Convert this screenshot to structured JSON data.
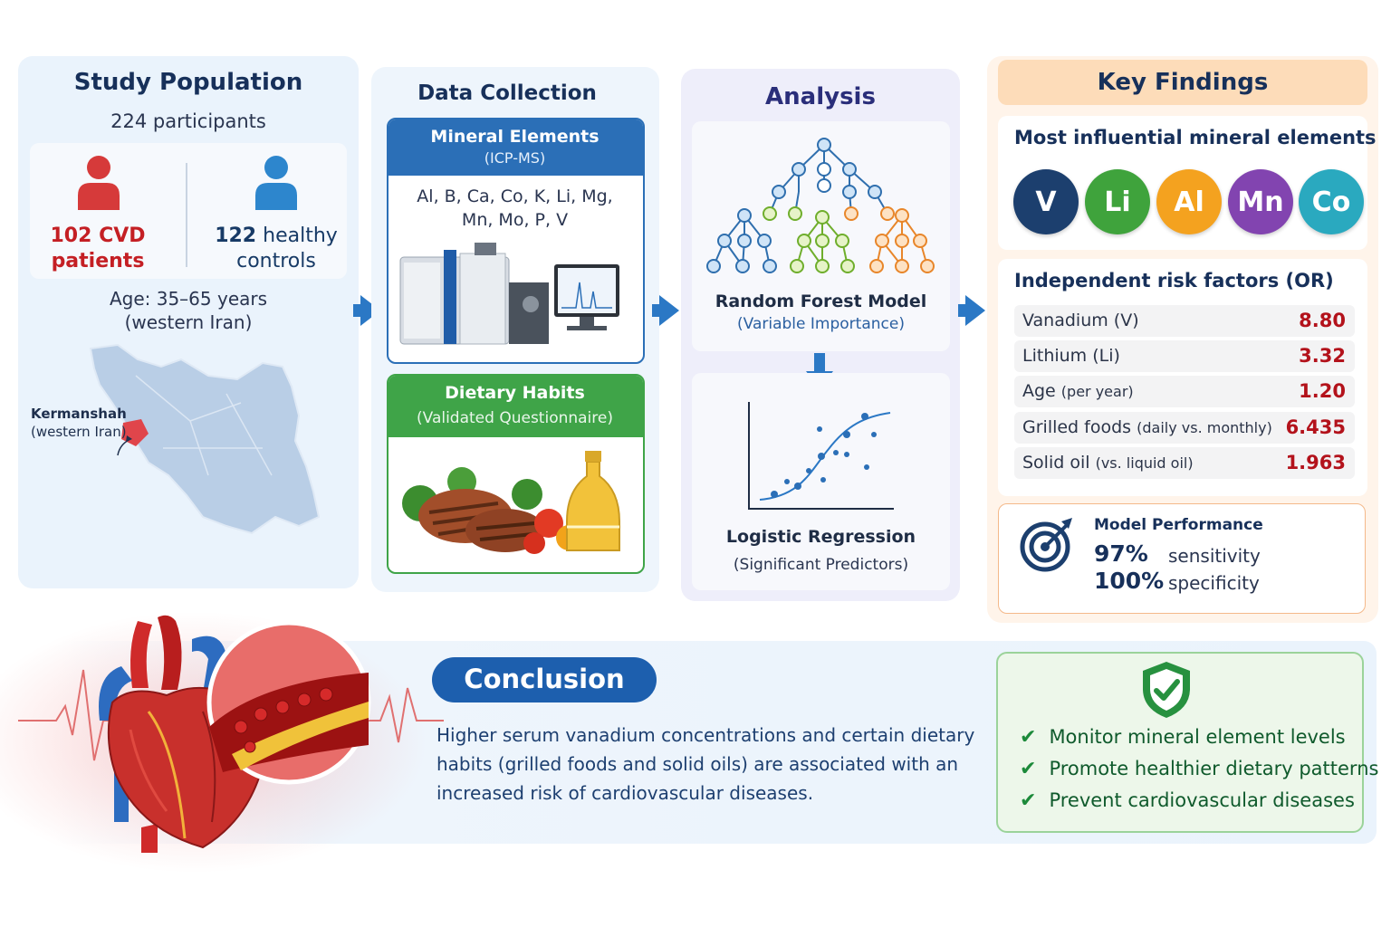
{
  "population": {
    "title": "Study Population",
    "total": "224 participants",
    "cvd_count": "102 CVD",
    "cvd_label": "patients",
    "healthy_count": "122",
    "healthy_label1": "healthy",
    "healthy_label2": "controls",
    "age": "Age: 35–65 years",
    "region": "(western Iran)",
    "map_label1": "Kermanshah",
    "map_label2": "(western Iran)"
  },
  "collection": {
    "title": "Data Collection",
    "minerals_title": "Mineral Elements",
    "minerals_method": "(ICP-MS)",
    "minerals_list1": "Al, B, Ca, Co, K, Li, Mg,",
    "minerals_list2": "Mn, Mo, P, V",
    "diet_title": "Dietary Habits",
    "diet_method": "(Validated Questionnaire)"
  },
  "analysis": {
    "title": "Analysis",
    "rf_title": "Random Forest Model",
    "rf_sub": "(Variable Importance)",
    "lr_title": "Logistic Regression",
    "lr_sub": "(Significant Predictors)"
  },
  "findings": {
    "title": "Key Findings",
    "influential_title": "Most influential mineral elements",
    "elements": [
      {
        "symbol": "V",
        "color": "#1c3f6e"
      },
      {
        "symbol": "Li",
        "color": "#3fa33c"
      },
      {
        "symbol": "Al",
        "color": "#f4a21f"
      },
      {
        "symbol": "Mn",
        "color": "#8244b0"
      },
      {
        "symbol": "Co",
        "color": "#2aa9bf"
      }
    ],
    "risk_title": "Independent risk factors (OR)",
    "risks": [
      {
        "label": "Vanadium (V)",
        "qualifier": "",
        "value": "8.80"
      },
      {
        "label": "Lithium (Li)",
        "qualifier": "",
        "value": "3.32"
      },
      {
        "label": "Age",
        "qualifier": "(per year)",
        "value": "1.20"
      },
      {
        "label": "Grilled foods",
        "qualifier": "(daily vs. monthly)",
        "value": "6.435"
      },
      {
        "label": "Solid oil",
        "qualifier": "(vs. liquid oil)",
        "value": "1.963"
      }
    ],
    "performance_title": "Model Performance",
    "sensitivity_value": "97%",
    "sensitivity_label": "sensitivity",
    "specificity_value": "100%",
    "specificity_label": "specificity"
  },
  "conclusion": {
    "title": "Conclusion",
    "line1": "Higher serum vanadium concentrations and certain dietary",
    "line2": "habits (grilled foods and solid oils) are associated with an",
    "line3": "increased risk of cardiovascular diseases."
  },
  "recommendations": [
    "Monitor mineral element levels",
    "Promote healthier dietary patterns",
    "Prevent cardiovascular diseases"
  ]
}
